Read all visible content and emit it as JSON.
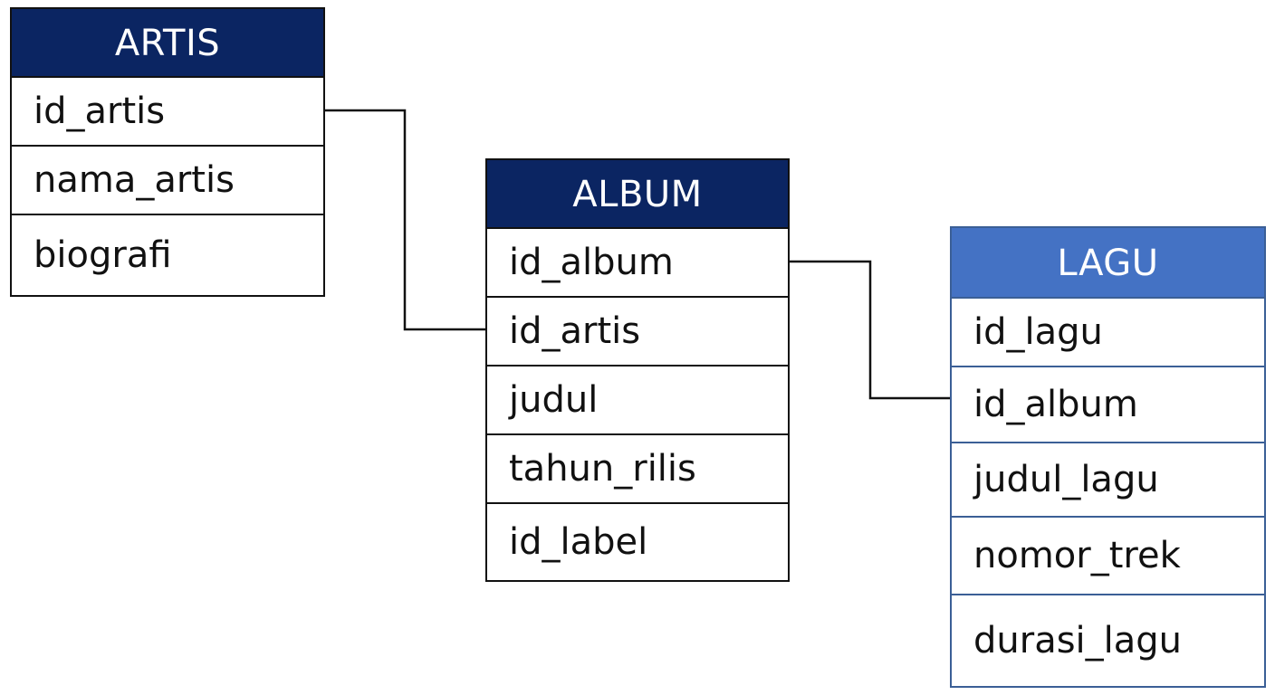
{
  "entities": {
    "artis": {
      "title": "ARTIS",
      "fields": [
        "id_artis",
        "nama_artis",
        "biografi"
      ]
    },
    "album": {
      "title": "ALBUM",
      "fields": [
        "id_album",
        "id_artis",
        "judul",
        "tahun_rilis",
        "id_label"
      ]
    },
    "lagu": {
      "title": "LAGU",
      "fields": [
        "id_lagu",
        "id_album",
        "judul_lagu",
        "nomor_trek",
        "durasi_lagu"
      ]
    }
  },
  "relationships": [
    {
      "from": "artis.id_artis",
      "to": "album.id_artis"
    },
    {
      "from": "album.id_album",
      "to": "lagu.id_album"
    }
  ],
  "colors": {
    "header_dark": "#0b2562",
    "header_light": "#4472c4",
    "border": "#111111",
    "border_light": "#3b5f96",
    "connector": "#111111"
  }
}
